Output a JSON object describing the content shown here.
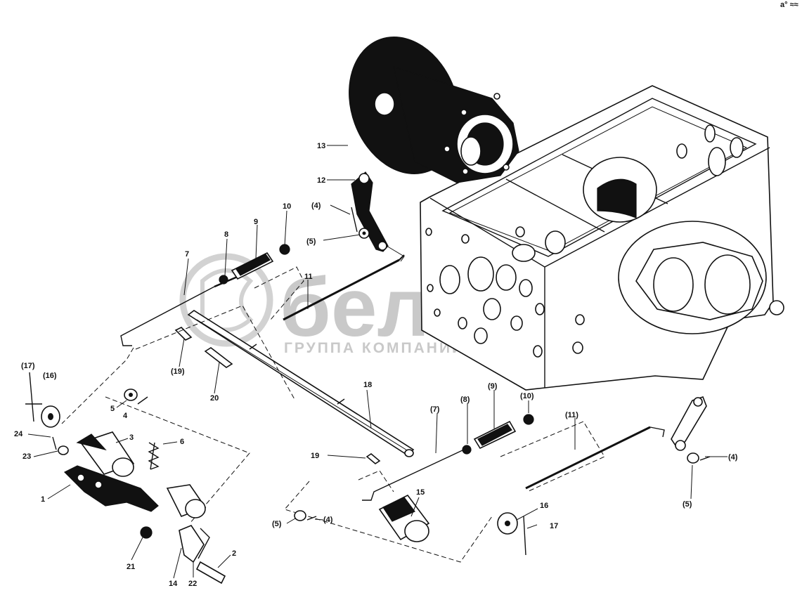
{
  "watermark": {
    "brand": "белагро",
    "tagline": "ГРУППА КОМПАНИЙ",
    "color": "#c9c9c9"
  },
  "corner_mark": "a° ≈≈",
  "callouts": {
    "p1": "1",
    "p2": "2",
    "p3": "3",
    "p4a": "4",
    "p4b": "(4)",
    "p4c": "(4)",
    "p4d": "(4)",
    "p5a": "5",
    "p5b": "(5)",
    "p5c": "(5)",
    "p5d": "(5)",
    "p6": "6",
    "p7a": "7",
    "p7b": "(7)",
    "p8a": "8",
    "p8b": "(8)",
    "p9a": "9",
    "p9b": "(9)",
    "p10a": "10",
    "p10b": "(10)",
    "p11a": "11",
    "p11b": "(11)",
    "p12": "12",
    "p13": "13",
    "p14": "14",
    "p15": "15",
    "p16a": "(16)",
    "p16b": "16",
    "p17a": "(17)",
    "p17b": "17",
    "p18": "18",
    "p19a": "(19)",
    "p19b": "19",
    "p20": "20",
    "p21": "21",
    "p22": "22",
    "p23": "23",
    "p24": "24"
  }
}
